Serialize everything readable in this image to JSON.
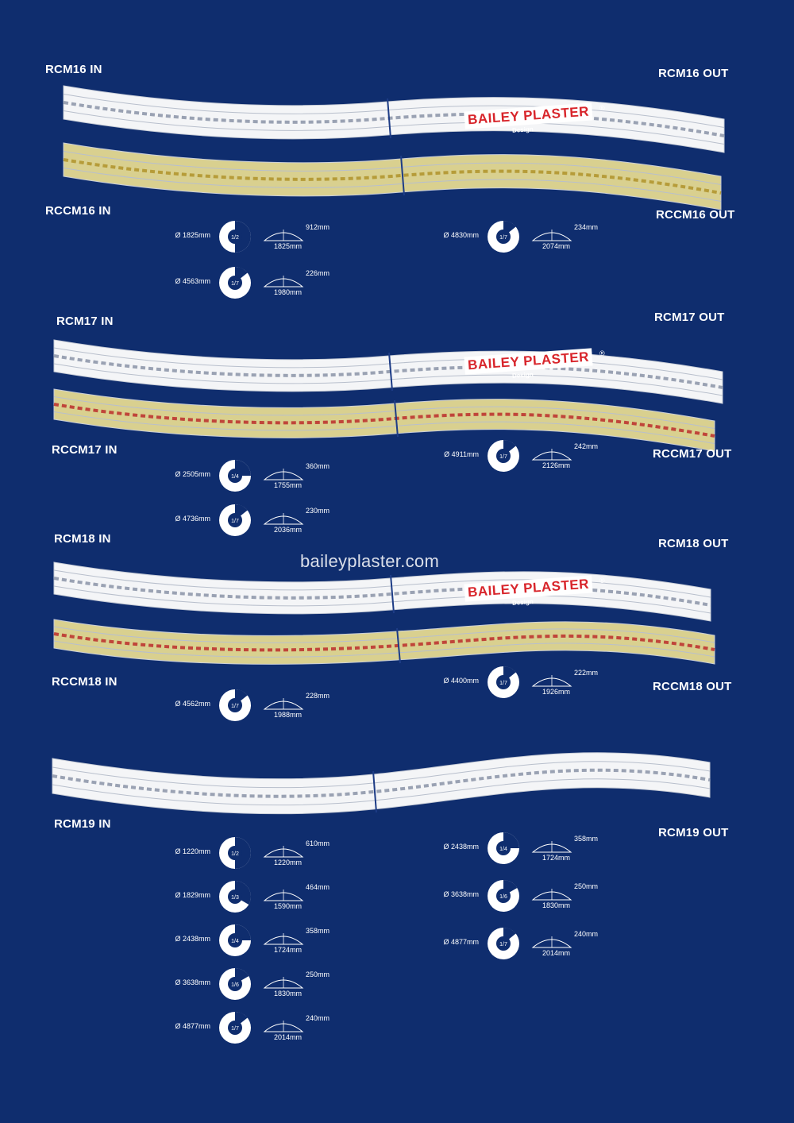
{
  "watermark": "baileyplaster.com",
  "logo": {
    "main": "BAILEY PLASTER",
    "reg": "®",
    "sub": "Design"
  },
  "colors": {
    "background": "#0f2d6e",
    "mold_white": "#f4f5f7",
    "mold_gold": "#d9d08f",
    "logo_red": "#d8252b"
  },
  "sections": [
    {
      "labels": {
        "rcm_in": "RCM16 IN",
        "rcm_out": "RCM16 OUT",
        "rccm_in": "RCCM16 IN",
        "rccm_out": "RCCM16 OUT"
      },
      "specs_left": [
        {
          "dia": "Ø 1825mm",
          "frac": "1/2",
          "chord": "1825mm",
          "height": "912mm"
        },
        {
          "dia": "Ø 4563mm",
          "frac": "1/7",
          "chord": "1980mm",
          "height": "226mm"
        }
      ],
      "specs_right": [
        {
          "dia": "Ø 4830mm",
          "frac": "1/7",
          "chord": "2074mm",
          "height": "234mm"
        }
      ]
    },
    {
      "labels": {
        "rcm_in": "RCM17 IN",
        "rcm_out": "RCM17 OUT",
        "rccm_in": "RCCM17 IN",
        "rccm_out": "RCCM17 OUT"
      },
      "specs_left": [
        {
          "dia": "Ø 2505mm",
          "frac": "1/4",
          "chord": "1755mm",
          "height": "360mm"
        },
        {
          "dia": "Ø 4736mm",
          "frac": "1/7",
          "chord": "2036mm",
          "height": "230mm"
        }
      ],
      "specs_right": [
        {
          "dia": "Ø 4911mm",
          "frac": "1/7",
          "chord": "2126mm",
          "height": "242mm"
        }
      ]
    },
    {
      "labels": {
        "rcm_in": "RCM18 IN",
        "rcm_out": "RCM18 OUT",
        "rccm_in": "RCCM18 IN",
        "rccm_out": "RCCM18 OUT"
      },
      "specs_left": [
        {
          "dia": "Ø 4562mm",
          "frac": "1/7",
          "chord": "1988mm",
          "height": "228mm"
        }
      ],
      "specs_right": [
        {
          "dia": "Ø 4400mm",
          "frac": "1/7",
          "chord": "1926mm",
          "height": "222mm"
        }
      ]
    },
    {
      "labels": {
        "rcm_in": "RCM19 IN",
        "rcm_out": "RCM19 OUT"
      },
      "specs_left": [
        {
          "dia": "Ø 1220mm",
          "frac": "1/2",
          "chord": "1220mm",
          "height": "610mm"
        },
        {
          "dia": "Ø 1829mm",
          "frac": "1/3",
          "chord": "1590mm",
          "height": "464mm"
        },
        {
          "dia": "Ø 2438mm",
          "frac": "1/4",
          "chord": "1724mm",
          "height": "358mm"
        },
        {
          "dia": "Ø 3638mm",
          "frac": "1/6",
          "chord": "1830mm",
          "height": "250mm"
        },
        {
          "dia": "Ø 4877mm",
          "frac": "1/7",
          "chord": "2014mm",
          "height": "240mm"
        }
      ],
      "specs_right": [
        {
          "dia": "Ø 2438mm",
          "frac": "1/4",
          "chord": "1724mm",
          "height": "358mm"
        },
        {
          "dia": "Ø 3638mm",
          "frac": "1/6",
          "chord": "1830mm",
          "height": "250mm"
        },
        {
          "dia": "Ø 4877mm",
          "frac": "1/7",
          "chord": "2014mm",
          "height": "240mm"
        }
      ]
    }
  ]
}
